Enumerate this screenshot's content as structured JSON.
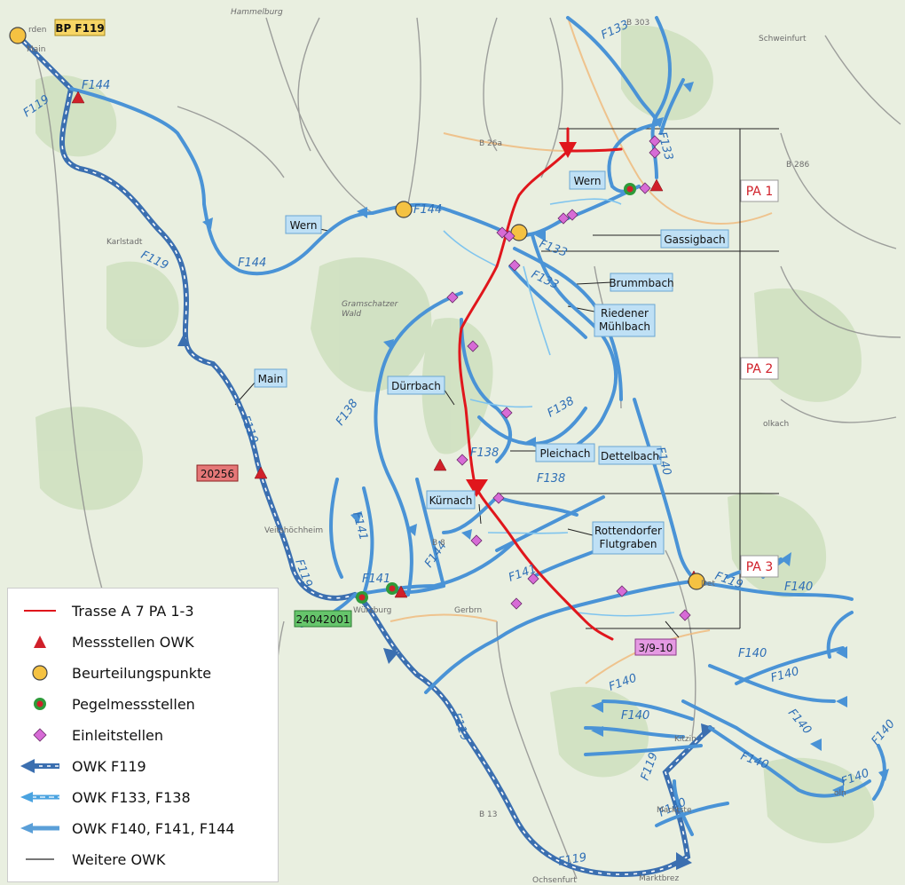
{
  "map": {
    "region_labels": {
      "pa1": "PA 1",
      "pa2": "PA 2",
      "pa3": "PA 3"
    },
    "river_labels": {
      "wern_left": "Wern",
      "wern_right": "Wern",
      "gassigbach": "Gassigbach",
      "brummbach": "Brummbach",
      "riedener": "Riedener\nMühlbach",
      "main": "Main",
      "duerrbach": "Dürrbach",
      "pleichach": "Pleichach",
      "dettelbach": "Dettelbach",
      "kuernach": "Kürnach",
      "rottendorfer": "Rottendorfer\nFlutgraben"
    },
    "code_labels": {
      "bp_f119": "BP F119",
      "m20256": "20256",
      "p24042001": "24042001",
      "e3910": "3/9-10"
    },
    "water_body_codes": {
      "f119": "F119",
      "f133": "F133",
      "f138": "F138",
      "f140": "F140",
      "f141": "F141",
      "f144": "F144"
    },
    "town_labels": {
      "schweinfurt": "Schweinfurt",
      "wuerzburg": "Würzburg",
      "kitzingen": "Kitzin",
      "karlstadt": "Karlstadt",
      "veitshoechheim": "Veitshöchheim",
      "gerbrunn": "Gerbrn",
      "ochsenfurt": "Ochsenfurt",
      "marktbreit": "Marktbrez",
      "marktsteft": "Marktste",
      "dettelbach_town": "Det",
      "hammelburg": "Hammelburg",
      "volkach": "olkach",
      "gramschatzer": "Gramschatzer\nWald",
      "arden": "rden",
      "main_small": "Main",
      "r_b303": "B 303",
      "r_b26a": "B 26a",
      "r_b286": "B 286",
      "r_b8": "B 8",
      "r_b13": "B 13",
      "sulzfeld": "oln"
    },
    "colors": {
      "route": "#e0161c",
      "owk_f119": "#3b6fb0",
      "owk_f133": "#4aa3e0",
      "owk_f140": "#5a9fd8",
      "measure_owk": "#d0202a",
      "assessment_point": "#f5c242",
      "gauge_ring": "#2e9b3a",
      "discharge": "#d76bd6",
      "other_owk": "#555555",
      "map_bg": "#e9efe0"
    }
  },
  "legend": {
    "items": [
      {
        "icon": "red-line",
        "label": "Trasse A 7 PA 1-3"
      },
      {
        "icon": "red-triangle",
        "label": "Messstellen OWK"
      },
      {
        "icon": "yellow-circle",
        "label": "Beurteilungspunkte"
      },
      {
        "icon": "green-ring-red-dot",
        "label": "Pegelmessstellen"
      },
      {
        "icon": "pink-diamond",
        "label": "Einleitstellen"
      },
      {
        "icon": "dark-blue-dashed-arrow",
        "label": "OWK F119"
      },
      {
        "icon": "light-blue-dashed-arrow",
        "label": "OWK F133, F138"
      },
      {
        "icon": "blue-arrow",
        "label": "OWK F140, F141, F144"
      },
      {
        "icon": "gray-line",
        "label": "Weitere OWK"
      }
    ]
  }
}
